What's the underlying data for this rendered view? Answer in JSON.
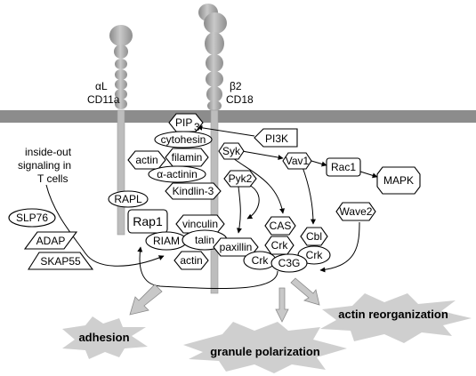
{
  "integrin": {
    "alpha_symbol": "αL",
    "alpha_name": "CD11a",
    "beta_symbol": "β2",
    "beta_name": "CD18"
  },
  "inside_out": {
    "line1": "inside-out",
    "line2": "signaling in",
    "line3": "T cells"
  },
  "nodes": {
    "pip": "PIP",
    "pip_sub": "3",
    "cytohesin": "cytohesin",
    "pi3k": "PI3K",
    "actin_top": "actin",
    "filamin": "filamin",
    "syk": "Syk",
    "vav1": "Vav1",
    "rac1": "Rac1",
    "mapk": "MAPK",
    "alpha_actinin": "α-actinin",
    "kindlin": "Kindlin-3",
    "pyk2": "Pyk2",
    "rapl": "RAPL",
    "wave2": "Wave2",
    "rap1": "Rap1",
    "vinculin": "vinculin",
    "cas": "CAS",
    "cbl": "Cbl",
    "slp76": "SLP76",
    "adap": "ADAP",
    "skap55": "SKAP55",
    "riam": "RIAM",
    "talin": "talin",
    "paxillin": "paxillin",
    "crk_mid": "Crk",
    "crk_right": "Crk",
    "crk_pax": "Crk",
    "c3g": "C3G",
    "actin_bottom": "actin"
  },
  "outcomes": {
    "adhesion": "adhesion",
    "granule": "granule polarization",
    "actin_reorg": "actin reorganization"
  }
}
